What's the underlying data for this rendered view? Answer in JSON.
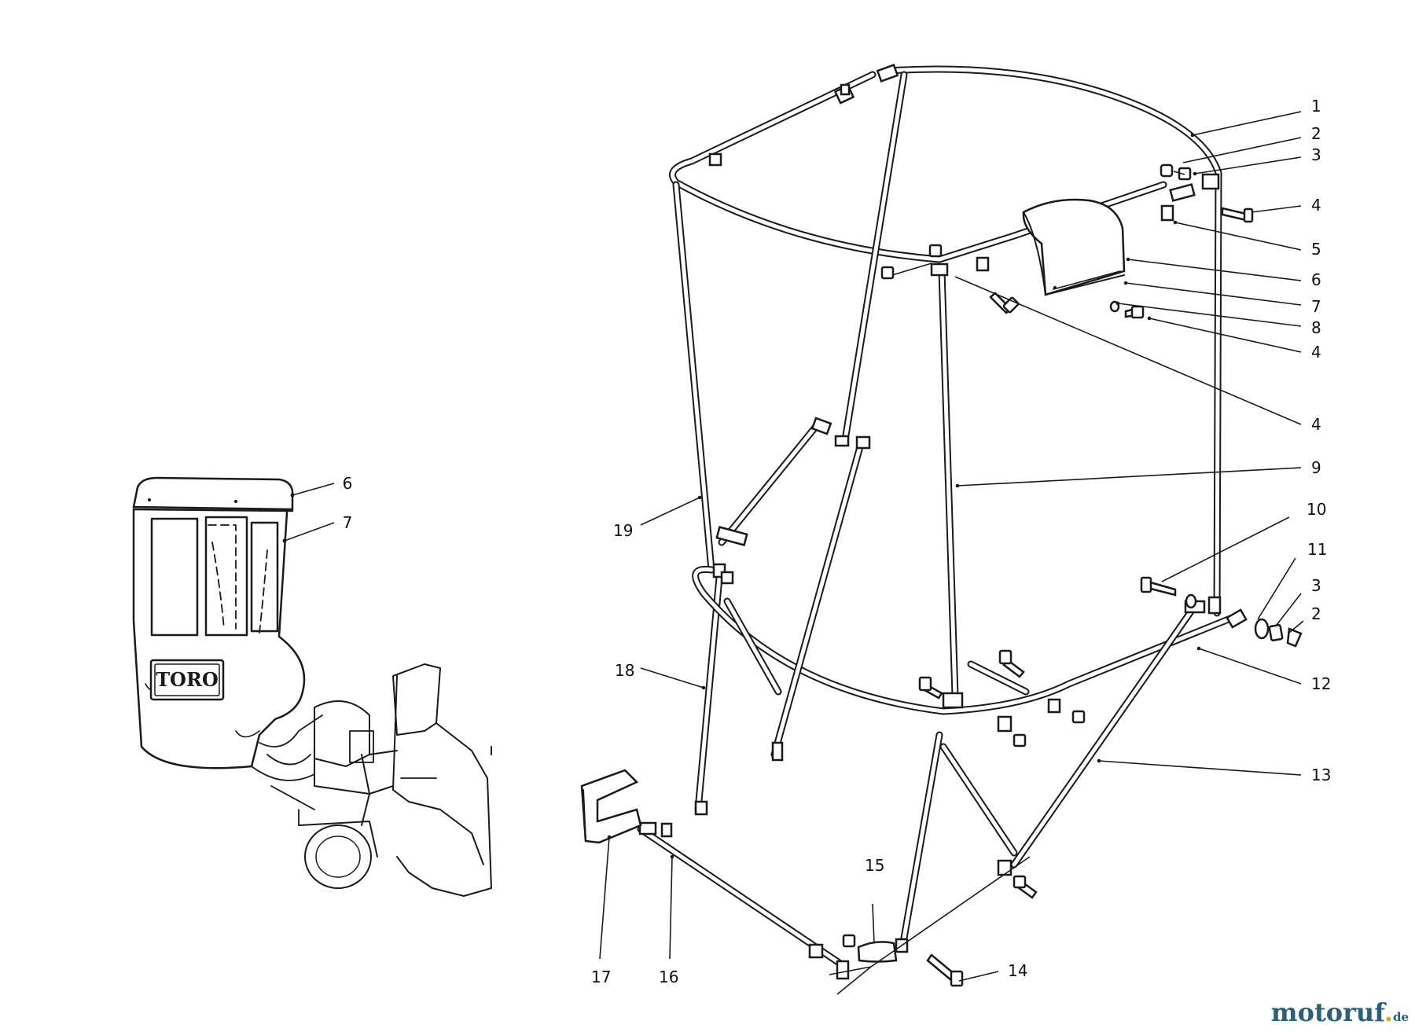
{
  "inset": {
    "cab_logo": "TORO",
    "callouts": [
      {
        "id": "inset-callout-6",
        "label": "6"
      },
      {
        "id": "inset-callout-7",
        "label": "7"
      }
    ]
  },
  "callouts": [
    {
      "id": "callout-1",
      "label": "1"
    },
    {
      "id": "callout-2a",
      "label": "2"
    },
    {
      "id": "callout-3a",
      "label": "3"
    },
    {
      "id": "callout-4a",
      "label": "4"
    },
    {
      "id": "callout-5",
      "label": "5"
    },
    {
      "id": "callout-6",
      "label": "6"
    },
    {
      "id": "callout-7",
      "label": "7"
    },
    {
      "id": "callout-8",
      "label": "8"
    },
    {
      "id": "callout-4b",
      "label": "4"
    },
    {
      "id": "callout-4c",
      "label": "4"
    },
    {
      "id": "callout-9",
      "label": "9"
    },
    {
      "id": "callout-10",
      "label": "10"
    },
    {
      "id": "callout-11",
      "label": "11"
    },
    {
      "id": "callout-3b",
      "label": "3"
    },
    {
      "id": "callout-2b",
      "label": "2"
    },
    {
      "id": "callout-12",
      "label": "12"
    },
    {
      "id": "callout-13",
      "label": "13"
    },
    {
      "id": "callout-14",
      "label": "14"
    },
    {
      "id": "callout-15",
      "label": "15"
    },
    {
      "id": "callout-16",
      "label": "16"
    },
    {
      "id": "callout-17",
      "label": "17"
    },
    {
      "id": "callout-18",
      "label": "18"
    },
    {
      "id": "callout-19",
      "label": "19"
    }
  ],
  "watermark": {
    "main": "motoruf",
    "tld": "de"
  }
}
